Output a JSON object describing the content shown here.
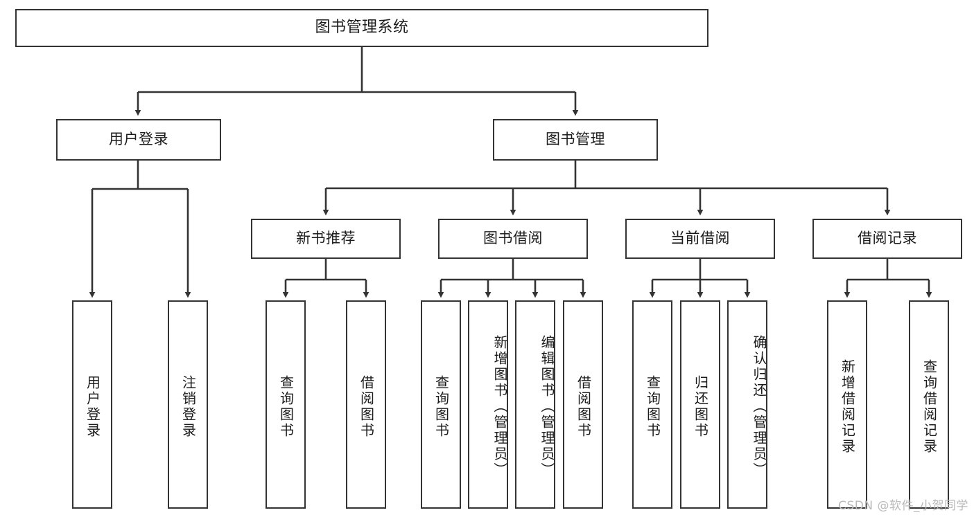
{
  "diagram": {
    "title": "图书管理系统",
    "type": "tree",
    "watermark": "CSDN @软件_小贺同学",
    "colors": {
      "box_border": "#333333",
      "box_fill": "#ffffff",
      "edge": "#333333",
      "text": "#1b1b1b",
      "watermark": "#b9b9b9",
      "background": "#ffffff"
    },
    "nodes": {
      "root": {
        "label": "图书管理系统"
      },
      "level2": [
        {
          "label": "用户登录"
        },
        {
          "label": "图书管理"
        }
      ],
      "level3": [
        {
          "label": "新书推荐"
        },
        {
          "label": "图书借阅"
        },
        {
          "label": "当前借阅"
        },
        {
          "label": "借阅记录"
        }
      ],
      "leaves_user_login": [
        {
          "label": "用户登录"
        },
        {
          "label": "注销登录"
        }
      ],
      "leaves_new_book": [
        {
          "label": "查询图书"
        },
        {
          "label": "借阅图书"
        }
      ],
      "leaves_book_borrow": [
        {
          "label": "查询图书"
        },
        {
          "label": "新增图书（管理员）"
        },
        {
          "label": "编辑图书（管理员）"
        },
        {
          "label": "借阅图书"
        }
      ],
      "leaves_current_borrow": [
        {
          "label": "查询图书"
        },
        {
          "label": "归还图书"
        },
        {
          "label": "确认归还（管理员）"
        }
      ],
      "leaves_borrow_record": [
        {
          "label": "新增借阅记录"
        },
        {
          "label": "查询借阅记录"
        }
      ]
    }
  }
}
